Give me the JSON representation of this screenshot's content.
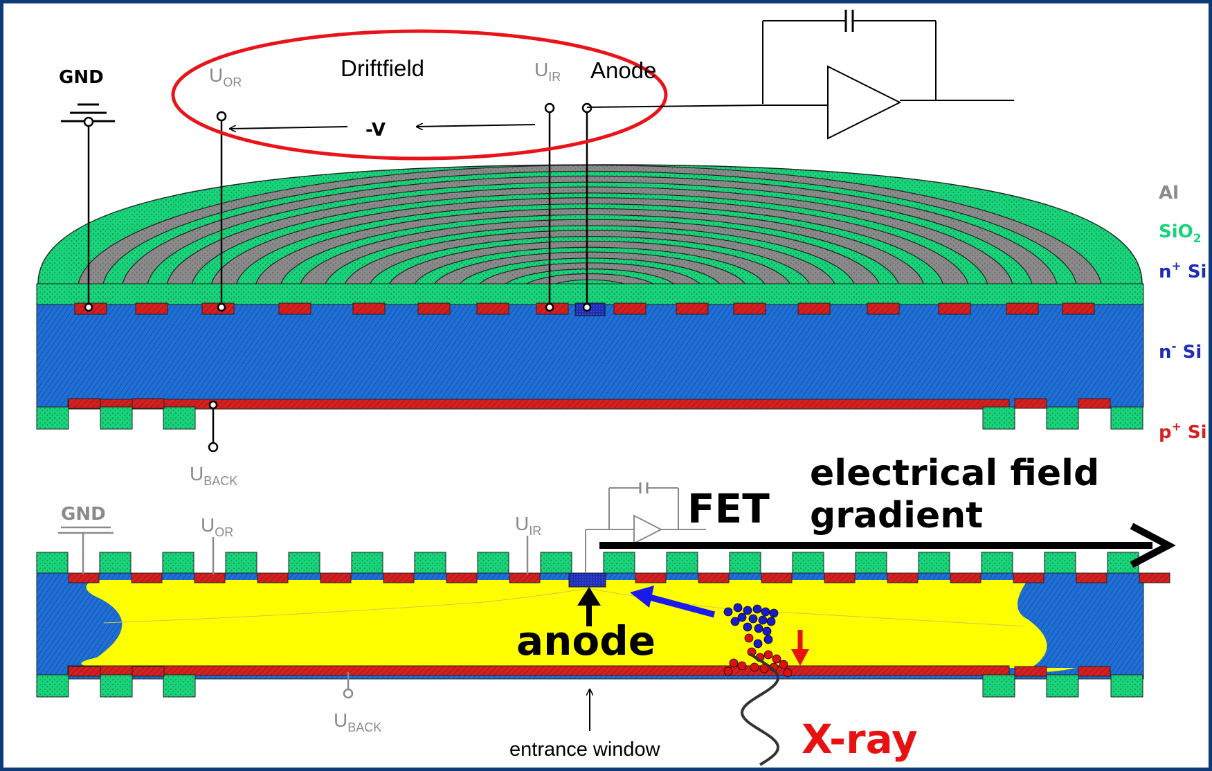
{
  "colors": {
    "sio2": "#19d37a",
    "al": "#8a8a8a",
    "n_plus_si": "#1f2db0",
    "n_minus_si": "#1f6fd6",
    "p_plus_si": "#d42020",
    "depletion": "#ffff00",
    "drift_ellipse": "#e8141a",
    "frame": "#0d3a78",
    "electron": "#1a1acc",
    "hole": "#dd1111"
  },
  "top": {
    "gnd": "GND",
    "u": "U",
    "or": "OR",
    "ir": "IR",
    "driftfield": "Driftfield",
    "minus_v": "-V",
    "anode": "Anode",
    "back": "BACK"
  },
  "legend": {
    "al": "Al",
    "sio2": "SiO",
    "sio2_sub": "2",
    "nplus": "n",
    "nplus_sup": "+",
    "nminus": "n",
    "nminus_sup": "-",
    "pplus": "p",
    "pplus_sup": "+",
    "si": " Si"
  },
  "bottom": {
    "gnd": "GND",
    "u": "U",
    "or": "OR",
    "ir": "IR",
    "back": "BACK",
    "fet": "FET",
    "field_line1": "electrical field",
    "field_line2": "gradient",
    "anode": "anode",
    "entrance": "entrance window",
    "xray": "X-ray"
  }
}
